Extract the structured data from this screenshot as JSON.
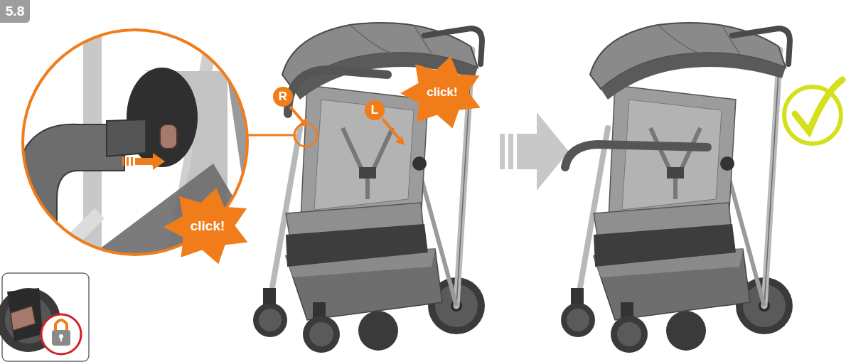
{
  "diagram": {
    "nodes": [
      {
        "text": [
          "5.8"
        ]
      },
      {
        "text": [
          "click!"
        ]
      },
      {
        "text": [
          "R"
        ]
      },
      {
        "text": [
          "L"
        ]
      },
      {
        "text": [
          "click!"
        ]
      }
    ]
  }
}
